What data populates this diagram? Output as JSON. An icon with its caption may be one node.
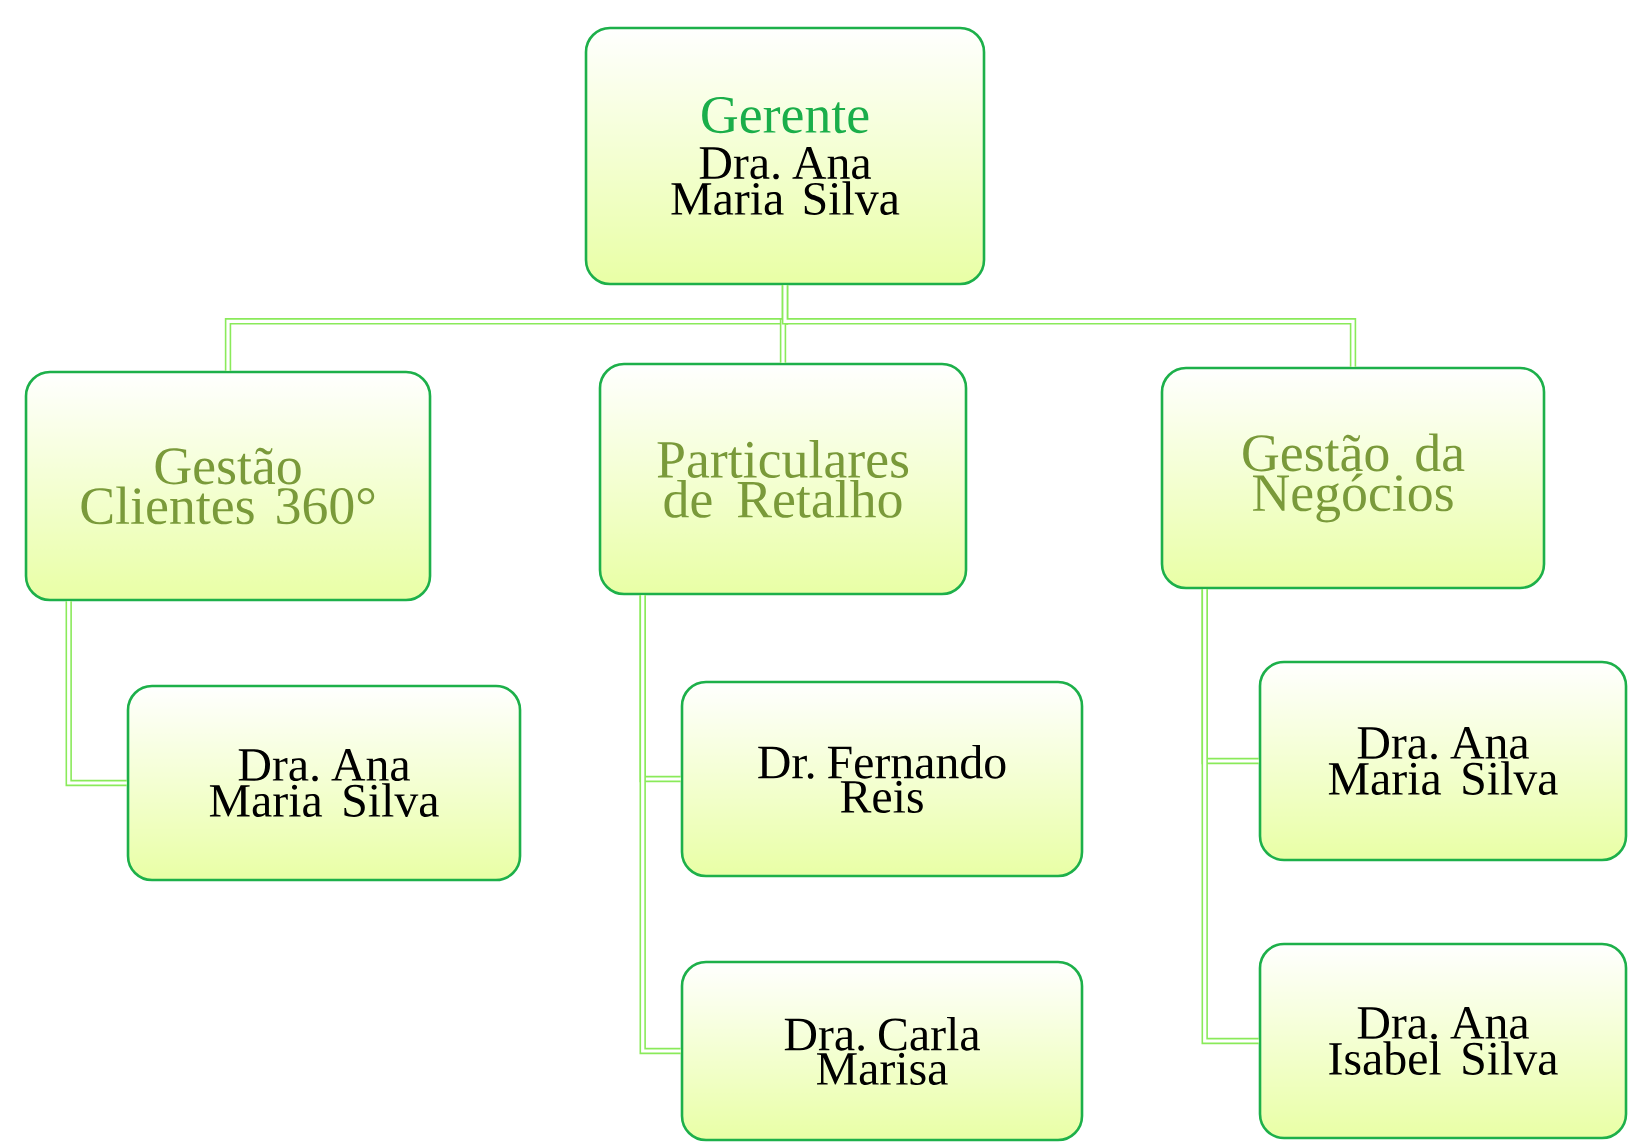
{
  "diagram": {
    "nodes": [
      {
        "text": [
          "Gerente",
          "Dra. Ana Maria Silva"
        ]
      },
      {
        "text": [
          "Gestão Clientes 360°"
        ]
      },
      {
        "text": [
          "Particulares de Retalho"
        ]
      },
      {
        "text": [
          "Gestão da Negócios"
        ]
      },
      {
        "text": [
          "Dra. Ana Maria Silva"
        ]
      },
      {
        "text": [
          "Dr. Fernando Reis"
        ]
      },
      {
        "text": [
          "Dra. Carla Marisa"
        ]
      },
      {
        "text": [
          "Dra. Ana Maria Silva"
        ]
      },
      {
        "text": [
          "Dra. Ana Isabel Silva"
        ]
      }
    ],
    "edges": [
      {
        "from": 0,
        "to": 1,
        "arrow": "none"
      },
      {
        "from": 0,
        "to": 2,
        "arrow": "none"
      },
      {
        "from": 0,
        "to": 3,
        "arrow": "none"
      },
      {
        "from": 1,
        "to": 4,
        "arrow": "none"
      },
      {
        "from": 2,
        "to": 5,
        "arrow": "none"
      },
      {
        "from": 2,
        "to": 6,
        "arrow": "none"
      },
      {
        "from": 3,
        "to": 7,
        "arrow": "none"
      },
      {
        "from": 3,
        "to": 8,
        "arrow": "none"
      }
    ]
  }
}
